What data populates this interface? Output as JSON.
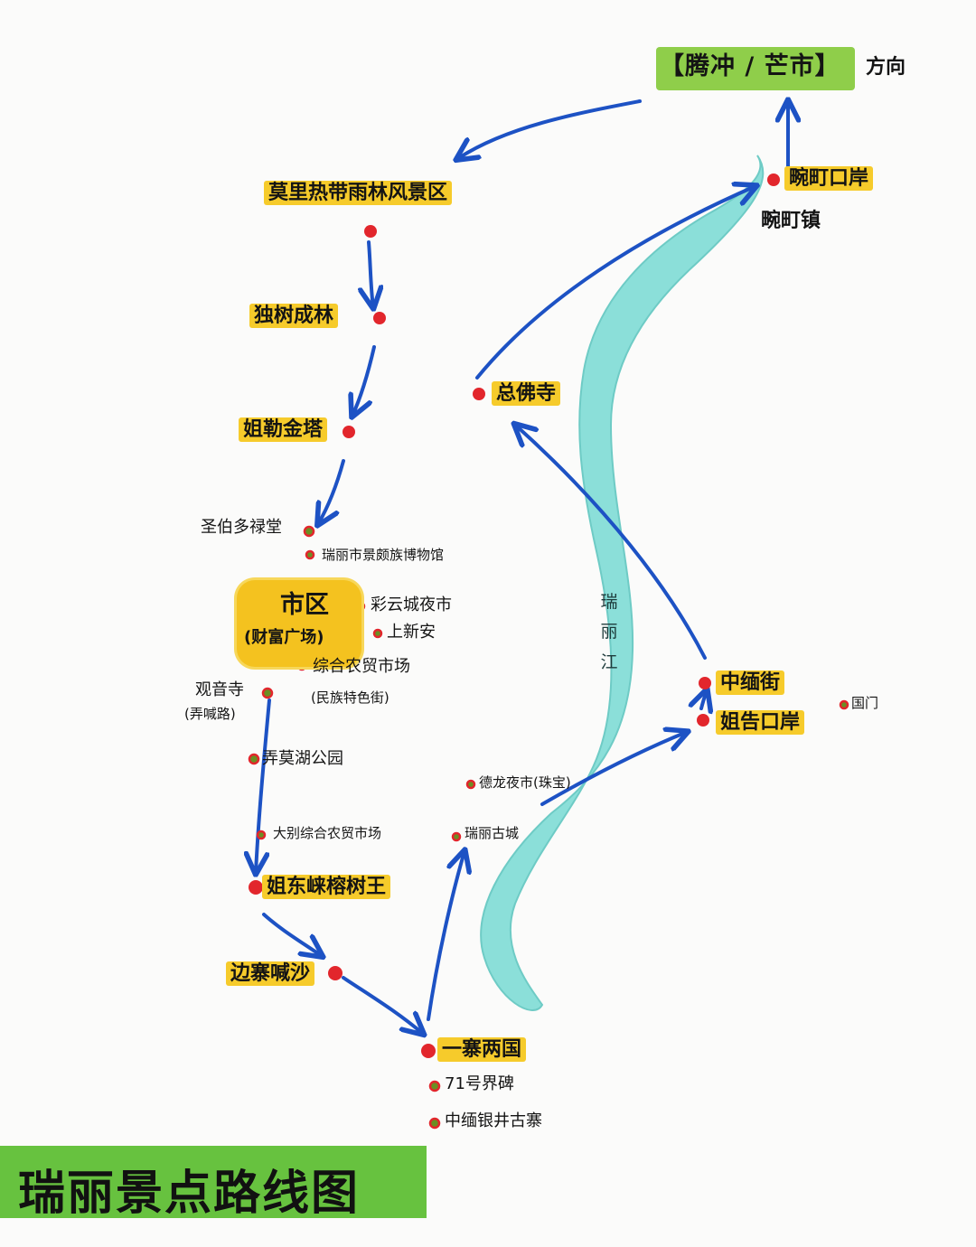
{
  "title": "瑞丽景点路线图",
  "direction": {
    "label": "【腾冲 / 芒市】",
    "suffix": "方向"
  },
  "river": {
    "name_chars": [
      "瑞",
      "丽",
      "江"
    ]
  },
  "spots": {
    "moli": "莫里热带雨林风景区",
    "dushu": "独树成林",
    "jiele": "姐勒金塔",
    "shengbo": "圣伯多禄堂",
    "museum": "瑞丽市景颇族博物馆",
    "city": "市区",
    "city_sub": "(财富广场)",
    "caiyun": "彩云城夜市",
    "shangxinan": "上新安",
    "market": "综合农贸市场",
    "market_sub": "(民族特色街)",
    "guanyin": "观音寺",
    "guanyin_sub": "(弄喊路)",
    "nongmo": "弄莫湖公园",
    "dabie": "大别综合农贸市场",
    "jiedong": "姐东崃榕树王",
    "bianzhai": "边寨喊沙",
    "yizhai": "一寨两国",
    "jiebei71": "71号界碑",
    "zhongmian_well": "中缅银井古寨",
    "delong": "德龙夜市(珠宝)",
    "ancient_city": "瑞丽古城",
    "zhongmian_street": "中缅街",
    "jiegao": "姐告口岸",
    "guomen": "国门",
    "zongfo": "总佛寺",
    "wanding_port": "畹町口岸",
    "wanding_town": "畹町镇"
  },
  "colors": {
    "highlight": "#f6cb2b",
    "river": "#7fdcd6",
    "arrow": "#1d52c4",
    "stop_dot": "#e2262c",
    "minor_dot": "#6b8e23",
    "title_bg": "#67c23f",
    "direction_bg": "#8fce4a"
  }
}
